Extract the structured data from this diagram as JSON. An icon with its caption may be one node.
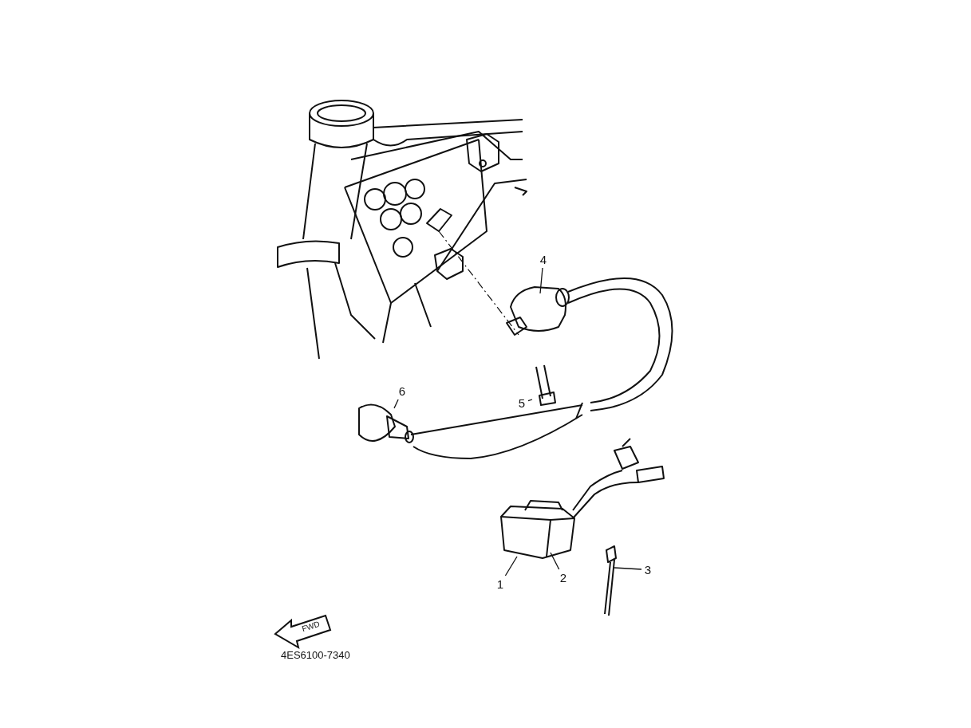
{
  "diagram": {
    "nodes": [
      {
        "text": [
          "4"
        ]
      },
      {
        "text": [
          "6"
        ]
      },
      {
        "text": [
          "5"
        ]
      },
      {
        "text": [
          "1"
        ]
      },
      {
        "text": [
          "2"
        ]
      },
      {
        "text": [
          "3"
        ]
      }
    ],
    "edges": [
      {
        "from": 0,
        "to": null,
        "arrow": "none"
      },
      {
        "from": 1,
        "to": null,
        "arrow": "none"
      },
      {
        "from": 2,
        "to": null,
        "arrow": "none"
      },
      {
        "from": 3,
        "to": null,
        "arrow": "none"
      },
      {
        "from": 4,
        "to": null,
        "arrow": "none"
      },
      {
        "from": 5,
        "to": null,
        "arrow": "none"
      }
    ],
    "labels": [
      "FWD",
      "4ES6100-7340"
    ]
  }
}
